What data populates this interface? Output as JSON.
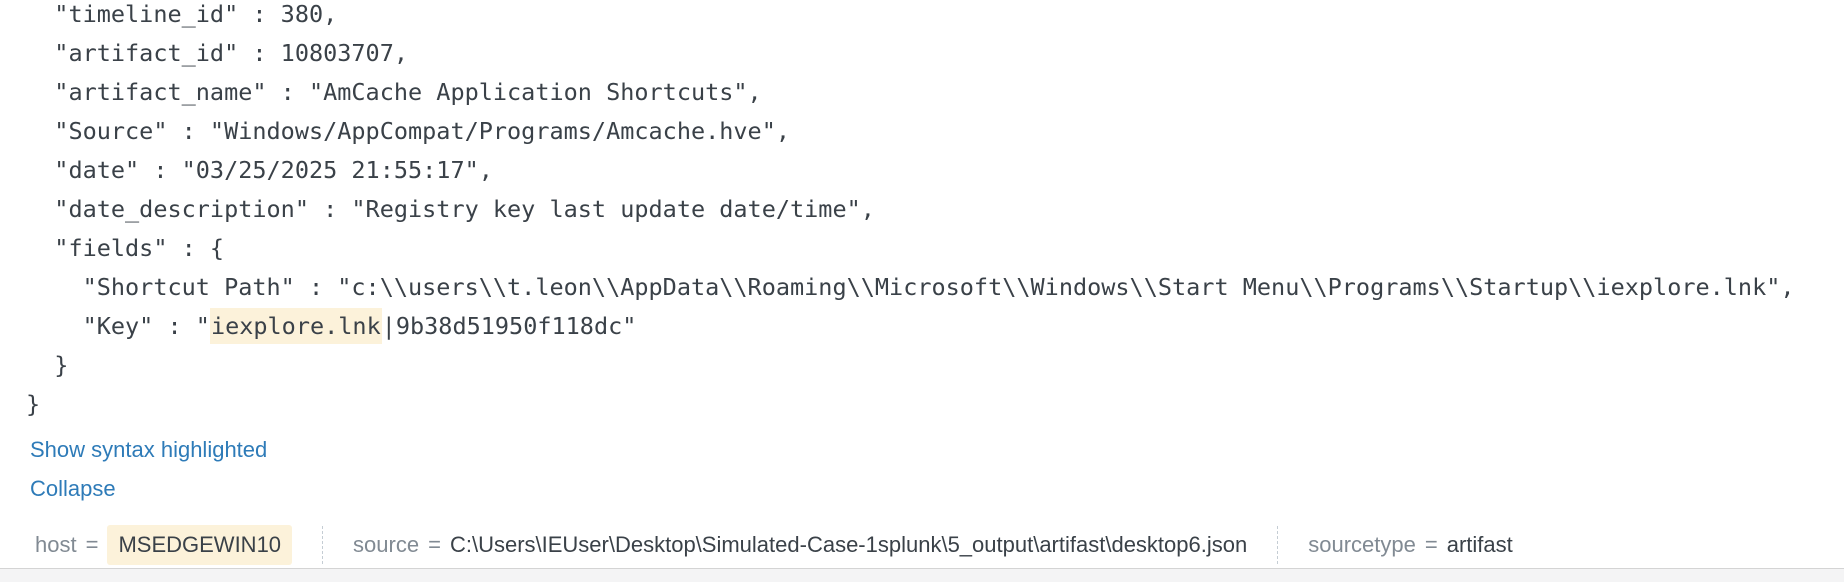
{
  "theme": {
    "link_color": "#2e7bb8",
    "text_color": "#3a4148",
    "muted_label_color": "#818a93",
    "highlight_bg": "#fcf2da",
    "next_row_bg": "#f4f4f5",
    "divider_color": "#c5cdd4"
  },
  "event": {
    "raw_json": {
      "lines": [
        [
          {
            "text": "  \"timeline_id\" : 380,"
          }
        ],
        [
          {
            "text": "  \"artifact_id\" : 10803707,"
          }
        ],
        [
          {
            "text": "  \"artifact_name\" : \"AmCache Application Shortcuts\","
          }
        ],
        [
          {
            "text": "  \"Source\" : \"Windows/AppCompat/Programs/Amcache.hve\","
          }
        ],
        [
          {
            "text": "  \"date\" : \"03/25/2025 21:55:17\","
          }
        ],
        [
          {
            "text": "  \"date_description\" : \"Registry key last update date/time\","
          }
        ],
        [
          {
            "text": "  \"fields\" : {"
          }
        ],
        [
          {
            "text": "    \"Shortcut Path\" : \"c:\\\\users\\\\t.leon\\\\AppData\\\\Roaming\\\\Microsoft\\\\Windows\\\\Start Menu\\\\Programs\\\\Startup\\\\iexplore.lnk\","
          }
        ],
        [
          {
            "text": "    \"Key\" : \""
          },
          {
            "text": "iexplore.lnk",
            "highlight": true
          },
          {
            "text": "|9b38d51950f118dc\""
          }
        ],
        [
          {
            "text": "  }"
          }
        ],
        [
          {
            "text": "}"
          }
        ]
      ]
    },
    "links": {
      "show_syntax": "Show syntax highlighted",
      "collapse": "Collapse"
    },
    "fields": [
      {
        "label": "host",
        "operator": "=",
        "value": "MSEDGEWIN10",
        "value_highlighted": true
      },
      {
        "label": "source",
        "operator": "=",
        "value": "C:\\Users\\IEUser\\Desktop\\Simulated-Case-1splunk\\5_output\\artifast\\desktop6.json",
        "value_highlighted": false
      },
      {
        "label": "sourcetype",
        "operator": "=",
        "value": "artifast",
        "value_highlighted": false
      }
    ]
  }
}
